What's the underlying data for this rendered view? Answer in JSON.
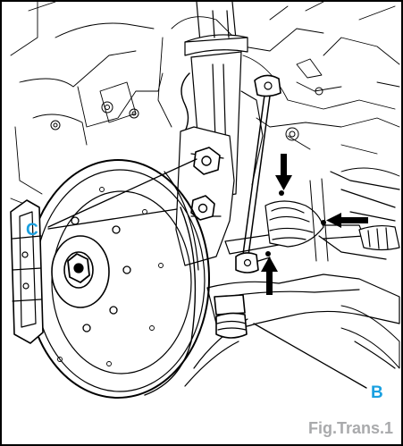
{
  "labels": {
    "c": "C",
    "b": "B"
  },
  "caption": "Fig.Trans.1",
  "colors": {
    "label": "#1aa0e0",
    "caption": "#a9aaac",
    "ink": "#000000"
  }
}
